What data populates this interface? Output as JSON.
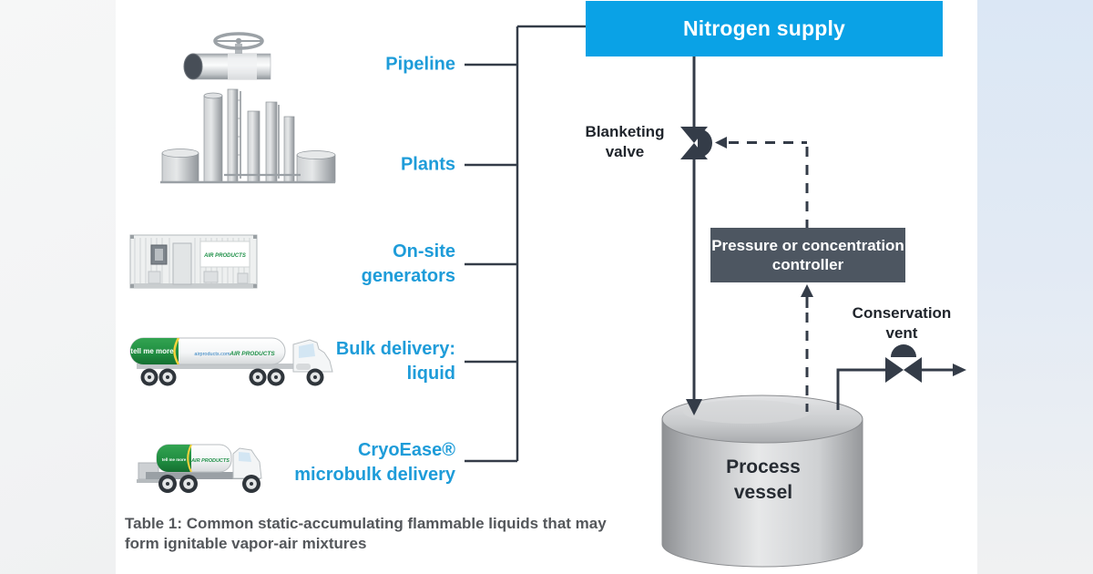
{
  "palette": {
    "supply_cyan": "#0aa2e6",
    "source_label_blue": "#1e9cd9",
    "line_dark": "#343c48",
    "controller_gray": "#4d5661",
    "brand_green": "#1f9048",
    "right_band_blue": "#dbe7f5"
  },
  "supply": {
    "label": "Nitrogen supply"
  },
  "sources": {
    "pipeline": "Pipeline",
    "plants": "Plants",
    "onsite": "On-site\ngenerators",
    "bulk": "Bulk delivery:\nliquid",
    "cryoease": "CryoEase®\nmicrobulk delivery"
  },
  "controls": {
    "blanketing_valve": "Blanketing\nvalve",
    "controller": "Pressure or concentration\ncontroller",
    "conservation_vent": "Conservation\nvent",
    "process_vessel": "Process\nvessel"
  },
  "caption": "Table 1: Common static-accumulating flammable liquids that may\nform ignitable vapor-air mixtures",
  "artwork": {
    "tanker_slogan": "tell me more",
    "tanker_url": "airproducts.com",
    "brand": "AIR PRODUCTS"
  }
}
